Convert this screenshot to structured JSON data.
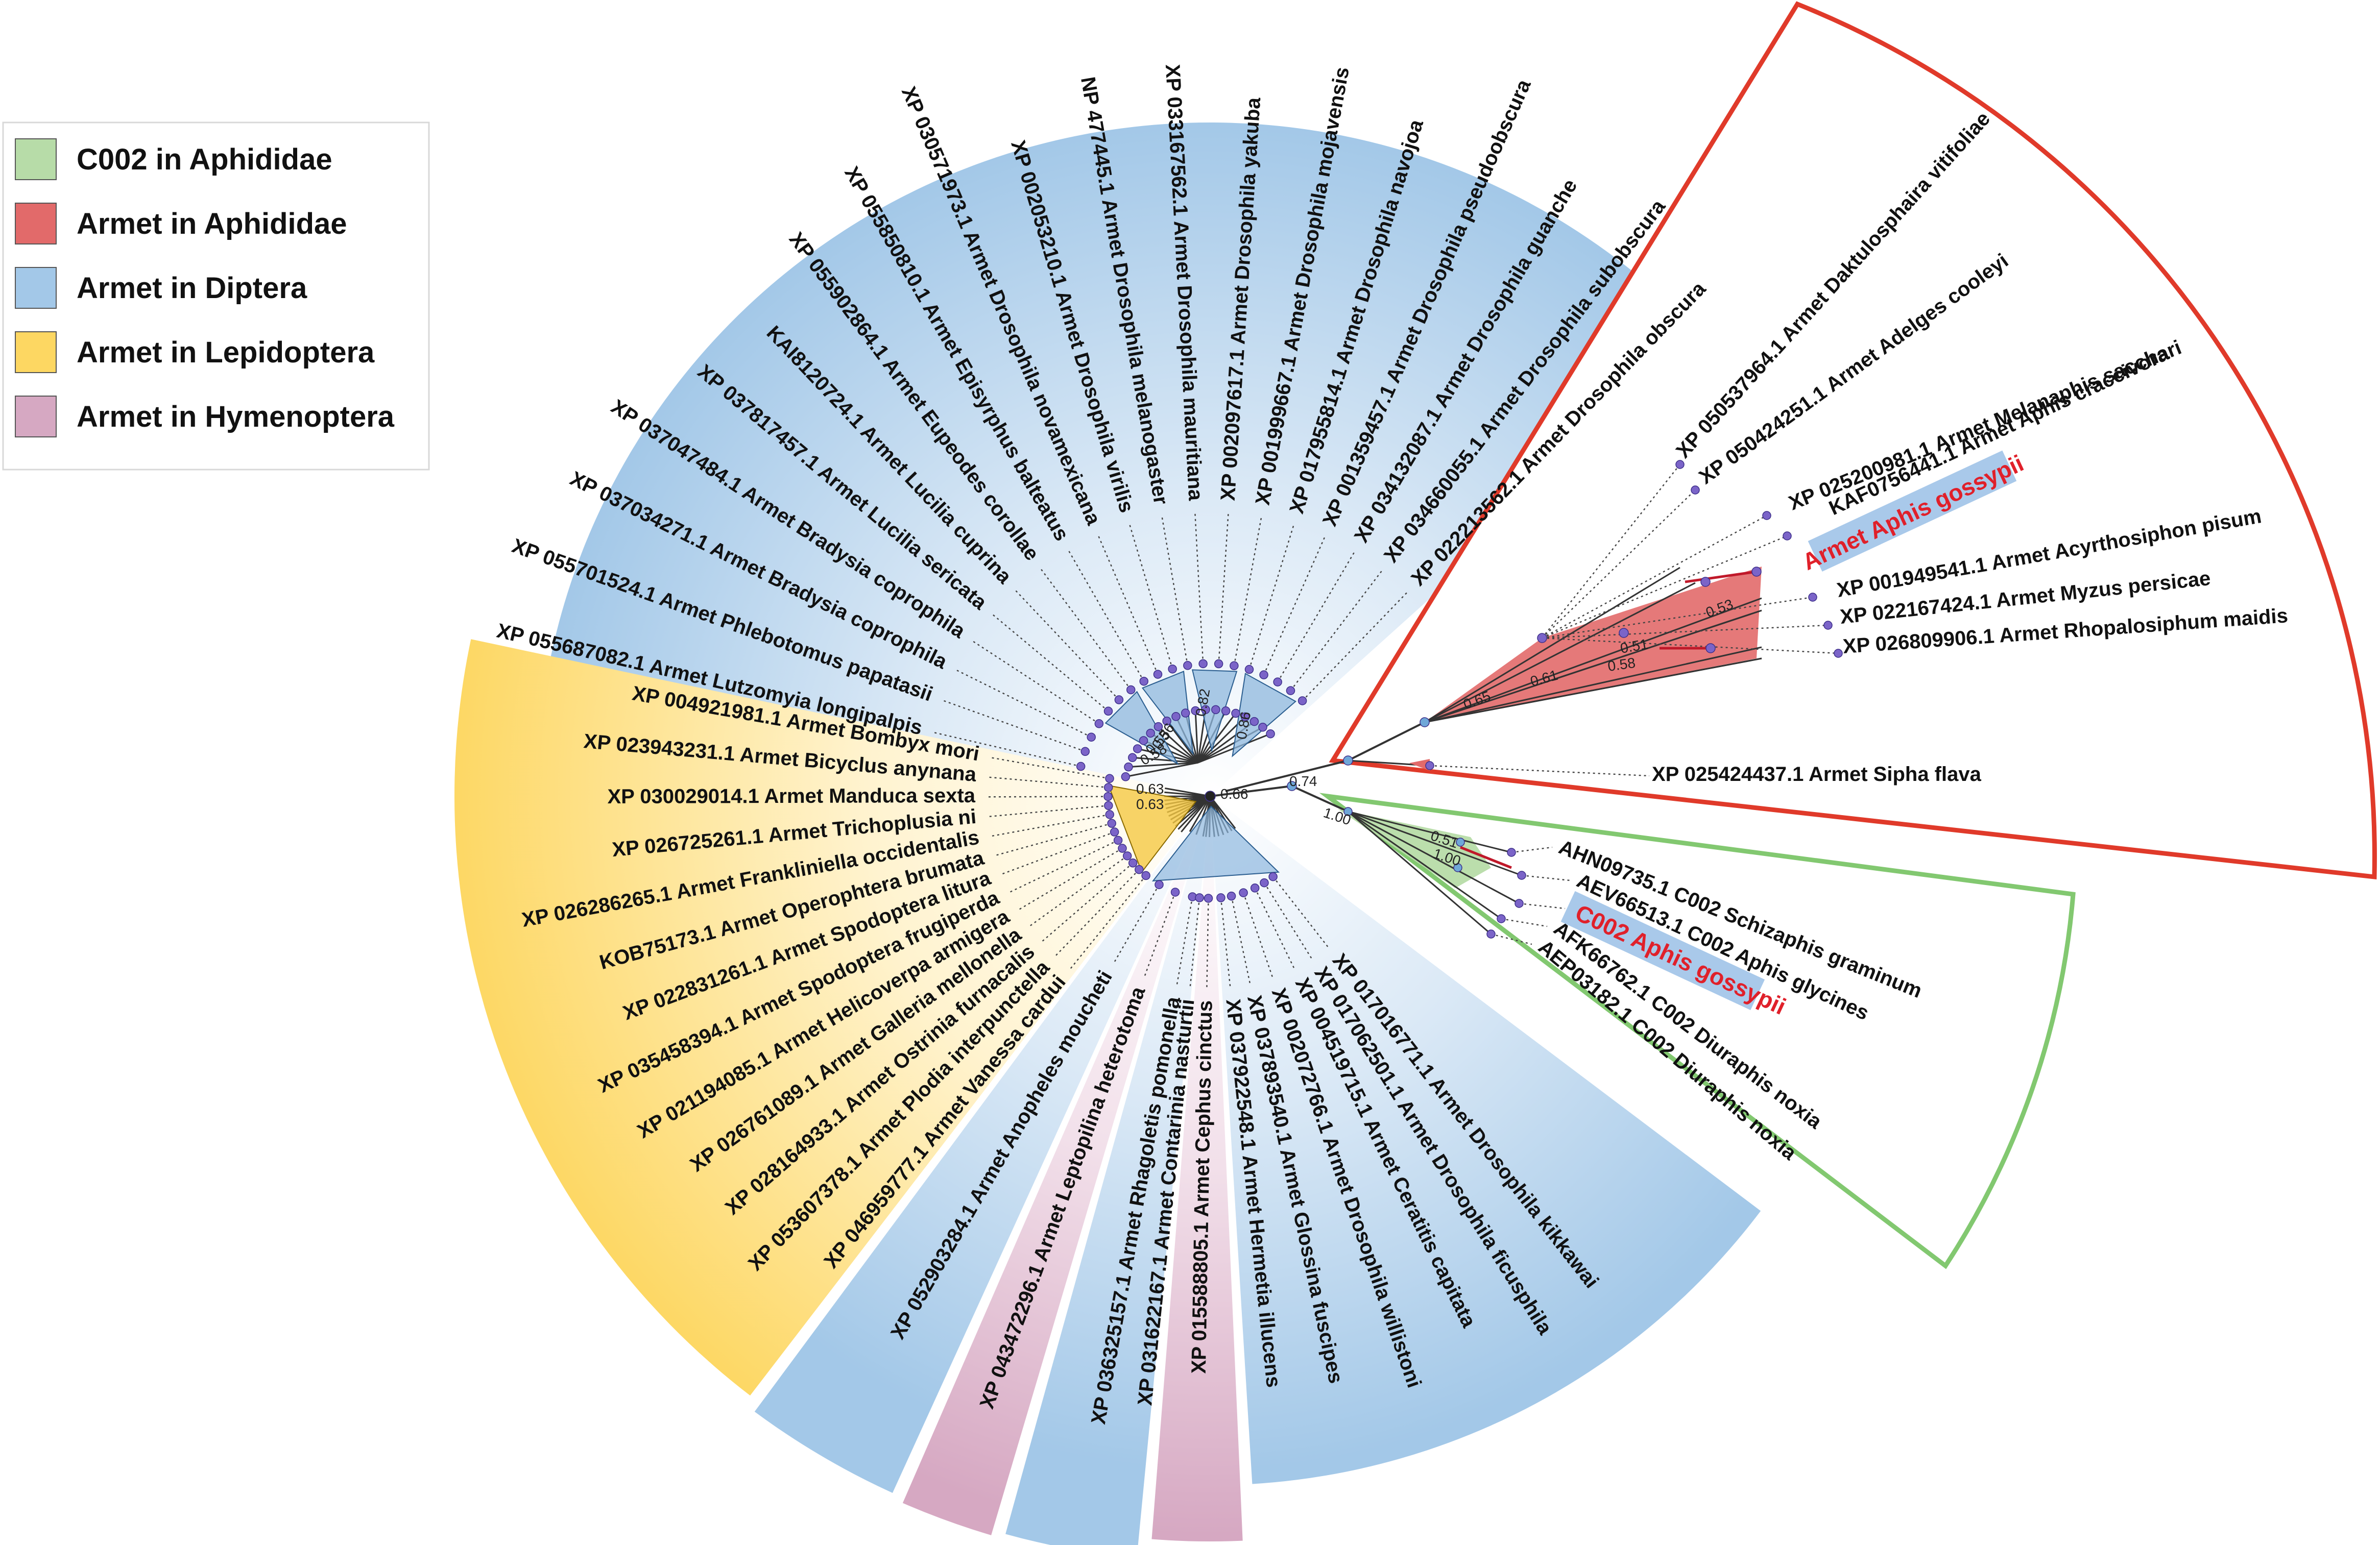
{
  "legend": [
    {
      "label": "C002 in Aphididae",
      "color": "#b7dca8"
    },
    {
      "label": "Armet in Aphididae",
      "color": "#e26a6a"
    },
    {
      "label": "Armet in Diptera",
      "color": "#a3c8e8"
    },
    {
      "label": "Armet in Lepidoptera",
      "color": "#fdd762"
    },
    {
      "label": "Armet in Hymenoptera",
      "color": "#d6a8c2"
    }
  ],
  "colors": {
    "diptera": "#a3c8e8",
    "lepidoptera": "#fdd762",
    "hymenoptera": "#d6a8c2",
    "aphid_armet_box": "#e03a2a",
    "aphid_c002_box": "#82c870",
    "armet_clade_fill": "#e26a6a",
    "c002_clade_fill": "#b7dca8",
    "highlight_red_text": "#e0202a",
    "highlight_box": "#a9c9ea",
    "node_dot": "#7b64c8",
    "branch": "#333333"
  },
  "leaves": {
    "diptera_top": [
      "XP 055687082.1 Armet Lutzomyia longipalpis",
      "XP 055701524.1 Armet Phlebotomus papatasii",
      "XP 037034271.1 Armet Bradysia coprophila",
      "XP 037047484.1 Armet Bradysia coprophila",
      "XP 037817457.1 Armet Lucilia sericata",
      "KAI8120724.1 Armet Lucilia cuprina",
      "XP 055902864.1 Armet Eupeodes corollae",
      "XP 055850810.1 Armet Episyrphus balteatus",
      "XP 030571973.1 Armet Drosophila novamexicana",
      "XP 002053210.1 Armet Drosophila virilis",
      "NP 477445.1 Armet Drosophila melanogaster",
      "XP 033167562.1 Armet Drosophila mauritiana",
      "XP 002097617.1 Armet Drosophila yakuba",
      "XP 001999667.1 Armet Drosophila mojavensis",
      "XP 017955814.1 Armet Drosophila navojoa",
      "XP 001359457.1 Armet Drosophila pseudoobscura",
      "XP 034132087.1 Armet Drosophila guanche",
      "XP 034660055.1 Armet Drosophila subobscura",
      "XP 022213562.1 Armet Drosophila obscura"
    ],
    "aphid_armet": [
      "XP 050537964.1 Armet Daktulosphaira vitifoliae",
      "XP 050424251.1 Armet Adelges cooleyi",
      "XP 025200981.1 Armet Melanaphis sacchari",
      "KAF0756441.1 Armet Aphis craccivora",
      "Armet Aphis gossypii",
      "XP 001949541.1 Armet Acyrthosiphon pisum",
      "XP 022167424.1 Armet Myzus persicae",
      "XP 026809906.1 Armet Rhopalosiphum maidis"
    ],
    "sipha": "XP 025424437.1 Armet Sipha flava",
    "c002": [
      "AHN09735.1 C002 Schizaphis graminum",
      "AEV66513.1 C002 Aphis glycines",
      "C002 Aphis gossypii",
      "AFK66762.1 C002 Diuraphis noxia",
      "AEP03182.1 C002 Diuraphis noxia"
    ],
    "lepidoptera": [
      "XP 004921981.1 Armet Bombyx mori",
      "XP 023943231.1 Armet Bicyclus anynana",
      "XP 030029014.1 Armet Manduca sexta",
      "XP 026725261.1 Armet Trichoplusia ni",
      "XP 026286265.1 Armet Frankliniella occidentalis",
      "KOB75173.1 Armet Operophtera brumata",
      "XP 022831261.1 Armet Spodoptera litura",
      "XP 035458394.1 Armet Spodoptera frugiperda",
      "XP 021194085.1 Armet Helicoverpa armigera",
      "XP 026761089.1 Armet Galleria mellonella",
      "XP 028164933.1 Armet Ostrinia furnacalis",
      "XP 053607378.1 Armet Plodia interpunctella",
      "XP 046959777.1 Armet Vanessa cardui"
    ],
    "bottom": [
      "XP 052903284.1 Armet Anopheles moucheti",
      "XP 043472296.1 Armet Leptopilina heterotoma",
      "XP 036325157.1 Armet Rhagoletis pomonella",
      "XP 031622167.1 Armet Contarinia nasturtii",
      "XP 015588805.1 Armet Cephus cinctus",
      "XP 037922548.1 Armet Hermetia illucens",
      "XP 037893540.1 Armet Glossina fuscipes",
      "XP 002072766.1 Armet Drosophila willistoni",
      "XP 004519715.1 Armet Ceratitis capitata",
      "XP 017062501.1 Armet Drosophila ficusphila",
      "XP 017016771.1 Armet Drosophila kikkawai"
    ]
  },
  "supports": {
    "aphid_armet": [
      "0.65",
      "0.61",
      "0.58",
      "0.51",
      "0.53"
    ],
    "c002": [
      "1.00",
      "0.51",
      "1.00"
    ],
    "root": [
      "0.74",
      "0.66"
    ],
    "diptera_top": [
      "0.86",
      "0.82",
      "0.56",
      "0.55",
      "0.58"
    ],
    "lepidoptera": [
      "0.63",
      "0.63"
    ]
  }
}
